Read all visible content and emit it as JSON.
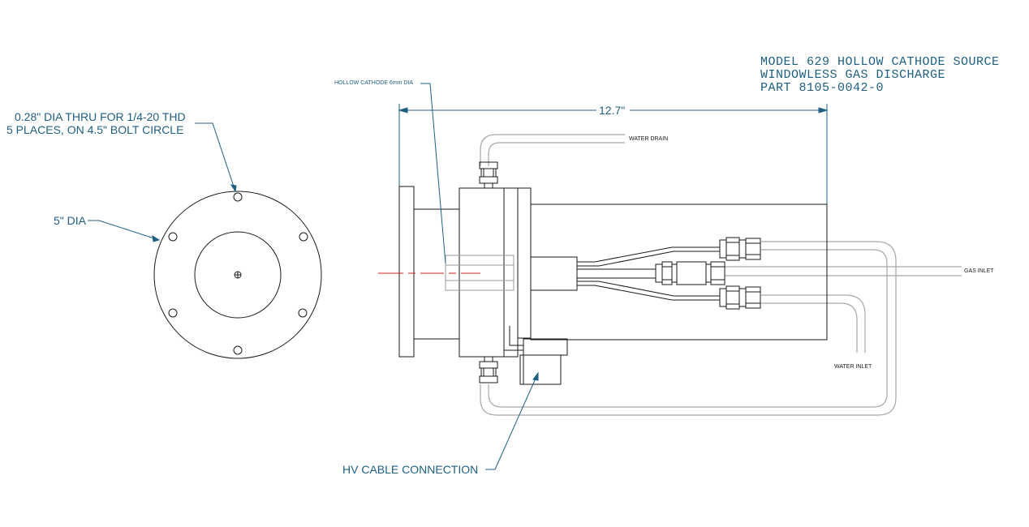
{
  "title_block": {
    "line1": "MODEL 629 HOLLOW CATHODE SOURCE",
    "line2": "WINDOWLESS GAS DISCHARGE",
    "line3": "PART 8105-0042-0"
  },
  "labels": {
    "hole_note_line1": "0.28\" DIA THRU FOR 1/4-20 THD",
    "hole_note_line2": "5 PLACES, ON 4.5\" BOLT CIRCLE",
    "flange_dia": "5\" DIA",
    "hollow_cathode": "HOLLOW CATHODE 6mm DIA",
    "overall_length": "12.7\"",
    "water_drain": "WATER DRAIN",
    "gas_inlet": "GAS INLET",
    "water_inlet": "WATER INLET",
    "hv_cable": "HV CABLE CONNECTION"
  },
  "colors": {
    "ink": "#1a1a1a",
    "leader": "#1e5f80",
    "tube": "#a8a8a8",
    "centerline": "#d22020"
  }
}
